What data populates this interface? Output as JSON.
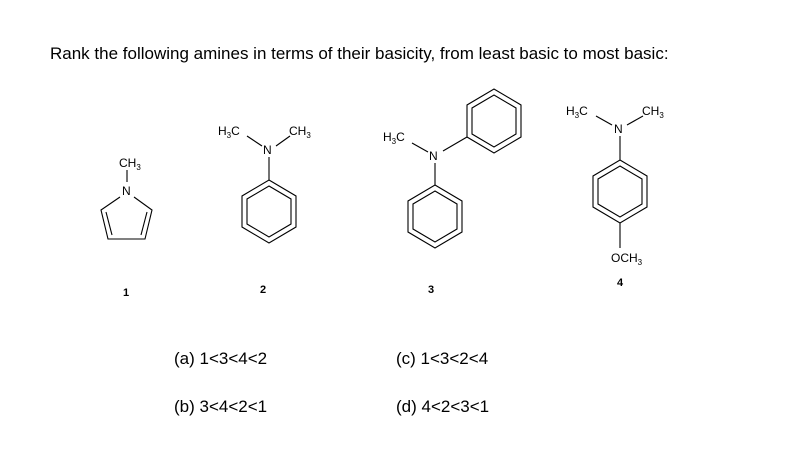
{
  "question": "Rank the following amines in terms of their basicity, from least basic to most basic:",
  "compounds": [
    {
      "number": "1",
      "labels": {
        "methyl_main": "CH",
        "methyl_sub": "3",
        "nitrogen": "N"
      }
    },
    {
      "number": "2",
      "labels": {
        "left_main": "H",
        "left_sub": "3",
        "left_c": "C",
        "nitrogen": "N",
        "right_main": "CH",
        "right_sub": "3"
      }
    },
    {
      "number": "3",
      "labels": {
        "left_main": "H",
        "left_sub": "3",
        "left_c": "C",
        "nitrogen": "N"
      }
    },
    {
      "number": "4",
      "labels": {
        "left_main": "H",
        "left_sub": "3",
        "left_c": "C",
        "nitrogen": "N",
        "right_main": "CH",
        "right_sub": "3",
        "methoxy_main": "OCH",
        "methoxy_sub": "3"
      }
    }
  ],
  "choices": [
    {
      "label": "(a) 1<3<4<2"
    },
    {
      "label": "(b) 3<4<2<1"
    },
    {
      "label": "(c) 1<3<2<4"
    },
    {
      "label": "(d) 4<2<3<1"
    }
  ]
}
